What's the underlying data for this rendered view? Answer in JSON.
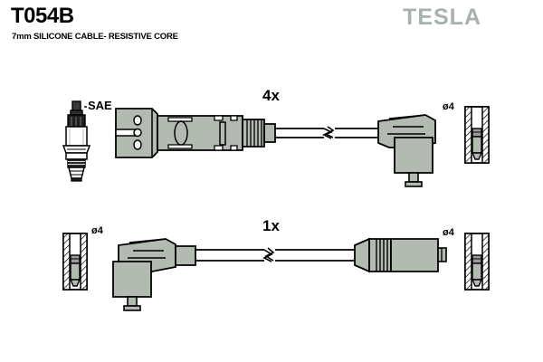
{
  "document": {
    "part_number": "T054B",
    "subtitle": "7mm SILICONE CABLE- RESISTIVE CORE",
    "brand": "TESLA",
    "brand_color": "#a9b1ae",
    "line_color": "#000000",
    "fill_gray": "#b2bab2",
    "fill_dark": "#6e6e6e",
    "background": "#ffffff"
  },
  "labels": {
    "sae": "SAE",
    "qty_top": "4x",
    "qty_bottom": "1x",
    "diameter_top_right": "ø4",
    "diameter_bottom_left": "ø4",
    "diameter_bottom_right": "ø4"
  },
  "assemblies": [
    {
      "name": "spark-plug-lead",
      "quantity": "4x",
      "left_end": "distributor-cap-connector",
      "right_end": "right-angle-spark-plug-boot",
      "terminal": "ø4"
    },
    {
      "name": "coil-lead",
      "quantity": "1x",
      "left_end": "right-angle-boot",
      "right_end": "straight-coil-connector",
      "terminal": "ø4"
    }
  ],
  "icons": {
    "spark_plug": "spark-plug-icon",
    "cable_break": "cable-break-symbol"
  }
}
